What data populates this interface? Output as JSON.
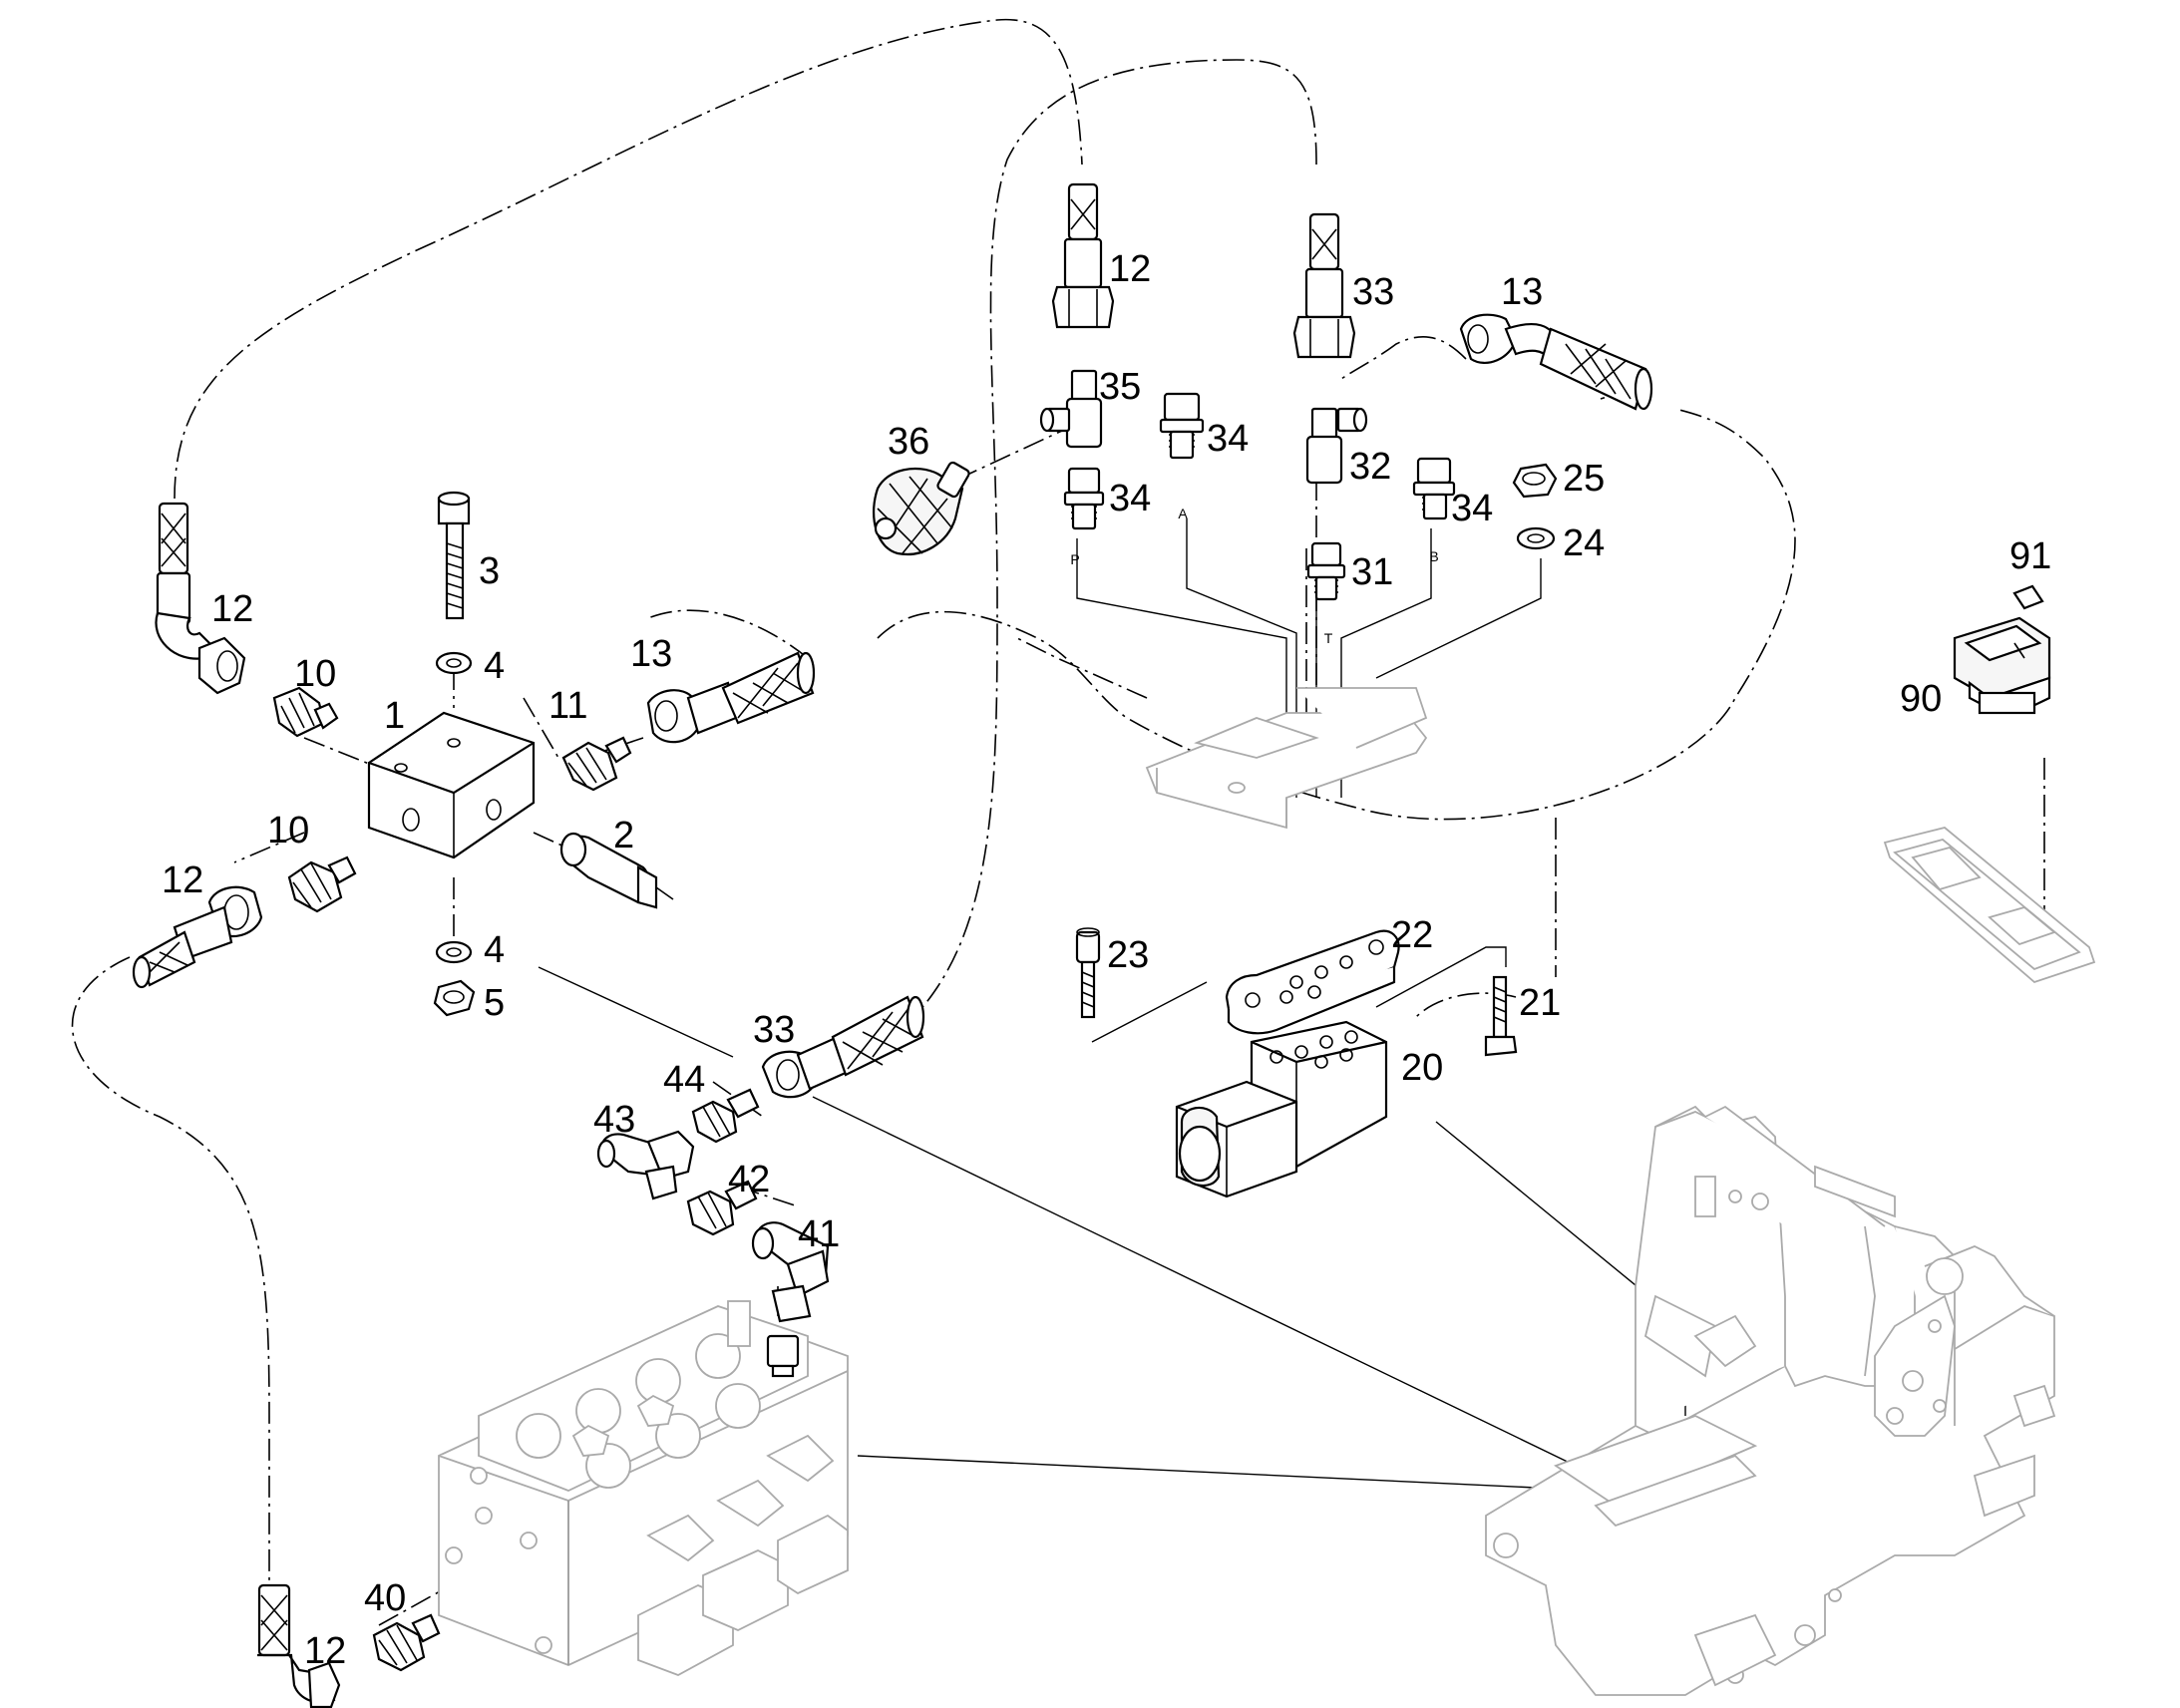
{
  "callouts": {
    "c1": "1",
    "c2": "2",
    "c3": "3",
    "c4a": "4",
    "c4b": "4",
    "c5": "5",
    "c10a": "10",
    "c10b": "10",
    "c11": "11",
    "c12a": "12",
    "c12b": "12",
    "c12c": "12",
    "c12d": "12",
    "c13a": "13",
    "c13b": "13",
    "c20": "20",
    "c21": "21",
    "c22": "22",
    "c23": "23",
    "c24": "24",
    "c25": "25",
    "c31": "31",
    "c32": "32",
    "c33a": "33",
    "c33b": "33",
    "c34a": "34",
    "c34b": "34",
    "c34c": "34",
    "c35": "35",
    "c36": "36",
    "c40": "40",
    "c41": "41",
    "c42": "42",
    "c43": "43",
    "c44": "44",
    "c90": "90",
    "c91": "91"
  },
  "ports": {
    "p": "P",
    "a": "A",
    "t": "T",
    "b": "B"
  }
}
